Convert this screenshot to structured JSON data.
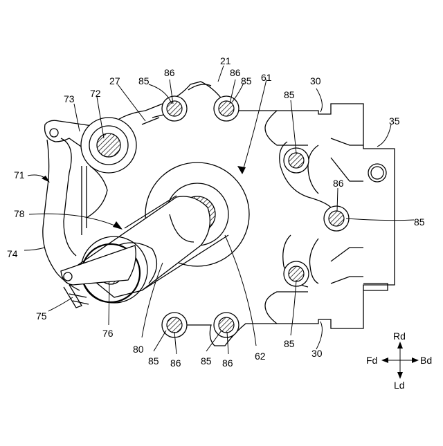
{
  "figure": {
    "labels": {
      "l21": "21",
      "l27": "27",
      "l61": "61",
      "l30_top": "30",
      "l30_bottom": "30",
      "l35": "35",
      "l71": "71",
      "l72": "72",
      "l73": "73",
      "l74": "74",
      "l75": "75",
      "l76": "76",
      "l78": "78",
      "l80": "80",
      "l62": "62",
      "l85_a": "85",
      "l85_b": "85",
      "l85_c": "85",
      "l85_d": "85",
      "l85_e": "85",
      "l85_f": "85",
      "l85_g": "85",
      "l86_a": "86",
      "l86_b": "86",
      "l86_c": "86",
      "l86_d": "86",
      "l86_e": "86"
    },
    "directions": {
      "up": "Rd",
      "down": "Ld",
      "left": "Fd",
      "right": "Bd"
    }
  }
}
